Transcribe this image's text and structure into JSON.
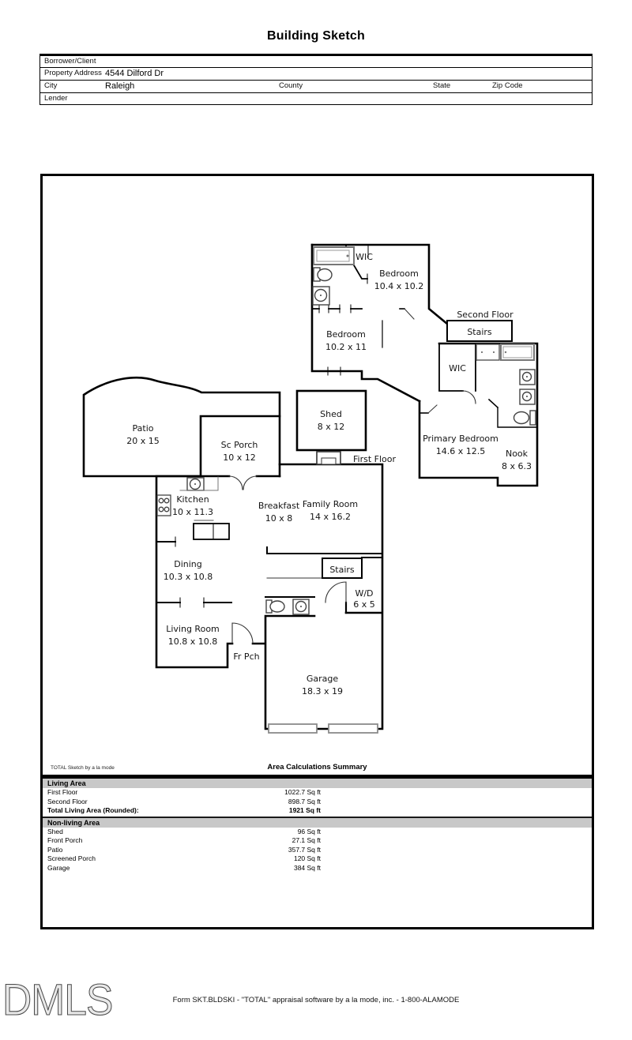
{
  "title": "Building Sketch",
  "form": {
    "borrower_label": "Borrower/Client",
    "property_address_label": "Property Address",
    "property_address_value": "4544 Dilford Dr",
    "city_label": "City",
    "city_value": "Raleigh",
    "county_label": "County",
    "state_label": "State",
    "zip_label": "Zip Code",
    "lender_label": "Lender"
  },
  "sketch": {
    "floors": {
      "first": "First Floor",
      "second": "Second Floor"
    },
    "rooms": {
      "wic_a": {
        "name": "WIC"
      },
      "bedroom_a": {
        "name": "Bedroom",
        "dims": "10.4 x 10.2"
      },
      "bedroom_b": {
        "name": "Bedroom",
        "dims": "10.2 x 11"
      },
      "stairs_second": {
        "name": "Stairs"
      },
      "wic_primary": {
        "name": "WIC"
      },
      "primary_bedroom": {
        "name": "Primary Bedroom",
        "dims": "14.6 x 12.5"
      },
      "nook": {
        "name": "Nook",
        "dims": "8 x 6.3"
      },
      "patio": {
        "name": "Patio",
        "dims": "20 x 15"
      },
      "sc_porch": {
        "name": "Sc Porch",
        "dims": "10 x 12"
      },
      "shed": {
        "name": "Shed",
        "dims": "8 x 12"
      },
      "kitchen": {
        "name": "Kitchen",
        "dims": "10 x 11.3"
      },
      "breakfast": {
        "name": "Breakfast",
        "dims": "10 x 8"
      },
      "family_room": {
        "name": "Family Room",
        "dims": "14 x 16.2"
      },
      "dining": {
        "name": "Dining",
        "dims": "10.3 x 10.8"
      },
      "stairs_first": {
        "name": "Stairs"
      },
      "laundry": {
        "name": "W/D",
        "dims": "6 x 5"
      },
      "living_room": {
        "name": "Living Room",
        "dims": "10.8 x 10.8"
      },
      "front_porch": {
        "name": "Fr Pch"
      },
      "garage": {
        "name": "Garage",
        "dims": "18.3 x 19"
      }
    }
  },
  "summary": {
    "watermark": "TOTAL Sketch by a la mode",
    "title": "Area Calculations Summary",
    "living_header": "Living Area",
    "living_rows": [
      {
        "label": "First Floor",
        "value": "1022.7 Sq ft"
      },
      {
        "label": "Second Floor",
        "value": "898.7 Sq ft"
      }
    ],
    "total_row": {
      "label": "Total Living Area (Rounded):",
      "value": "1921 Sq ft"
    },
    "nonliving_header": "Non-living Area",
    "nonliving_rows": [
      {
        "label": "Shed",
        "value": "96 Sq ft"
      },
      {
        "label": "Front Porch",
        "value": "27.1 Sq ft"
      },
      {
        "label": "Patio",
        "value": "357.7 Sq ft"
      },
      {
        "label": "Screened Porch",
        "value": "120 Sq ft"
      },
      {
        "label": "Garage",
        "value": "384 Sq ft"
      }
    ]
  },
  "footer": {
    "watermark": "DMLS",
    "text": "Form SKT.BLDSKI - \"TOTAL\" appraisal software by a la mode, inc. - 1-800-ALAMODE"
  },
  "colors": {
    "wall": "#000000",
    "fixture": "#555555",
    "summary_band": "#c8c8c8"
  }
}
